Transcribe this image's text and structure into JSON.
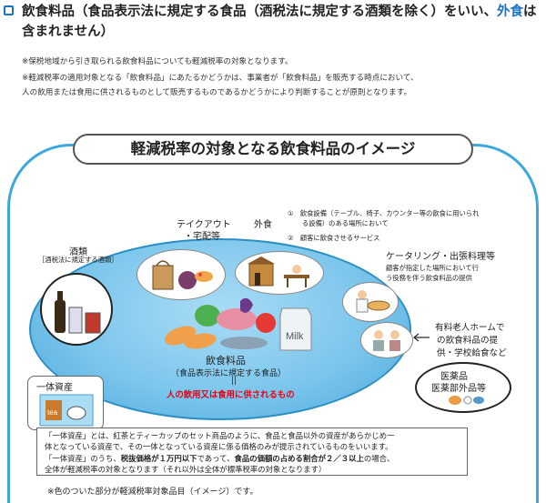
{
  "heading": {
    "pre": "飲食料品（食品表示法に規定する食品（酒税法に規定する酒類を除く）をいい、",
    "gaishoku": "外食",
    "post": "は含まれません）"
  },
  "notes": [
    "※保税地域から引き取られる飲食料品についても軽減税率の対象となります。",
    "※軽減税率の適用対象となる「飲食料品」にあたるかどうかは、事業者が「飲食料品」を販売する時点において、",
    "人の飲用または食用に供されるものとして販売するものであるかどうかにより判断することが原則となります。"
  ],
  "panel_title": "軽減税率の対象となる飲食料品のイメージ",
  "labels": {
    "takeout1": "テイクアウト",
    "takeout2": "・宅配等",
    "gaishoku": "外食",
    "gaishoku_n1a": "①　飲食設備（テーブル、椅子、カウンター等の飲食に用いられ",
    "gaishoku_n1b": "る設備）のある場所において",
    "gaishoku_n2": "②　顧客に飲食させるサービス",
    "catering": "ケータリング・出張料理等",
    "catering_n1": "顧客が指定した場所において行",
    "catering_n2": "う役務を伴う飲食料品の提供",
    "shurui": "酒類",
    "shurui_sub": "［酒税法に規定する酒類］",
    "rojin1": "有料老人ホームで",
    "rojin2": "の飲食料品の提",
    "rojin3": "供・学校給食など",
    "iyaku1": "医薬品",
    "iyaku2": "医薬部外品等",
    "food_main": "飲食料品",
    "food_sub": "（食品表示法に規定する食品）",
    "food_eq": "||",
    "food_red": "人の飲用又は食用に供されるもの",
    "ittai": "一体資産",
    "milk": "Milk",
    "tea": "tea"
  },
  "box": {
    "l1": "「一体資産」とは、紅茶とティーカップのセット商品のように、食品と食品以外の資産があらかじめ一",
    "l2": "体となっている資産で、その一体となっている資産に係る価格のみが提示されているものをいいます。",
    "l3a": "「一体資産」のうち、",
    "l3b": "税抜価格が１万円以下",
    "l3c": "であって、",
    "l3d": "食品の価額の占める割合が２／３以上",
    "l3e": "の場合、",
    "l4": "全体が軽減税率の対象となります（それ以外は全体が標準税率の対象となります）"
  },
  "footnote": "※色のついた部分が軽減税率対象品目（イメージ）です。",
  "colors": {
    "accent": "#1a73c6",
    "frame": "#3ba7dc",
    "ellipse": "#7cc6ec",
    "red": "#e60012"
  }
}
